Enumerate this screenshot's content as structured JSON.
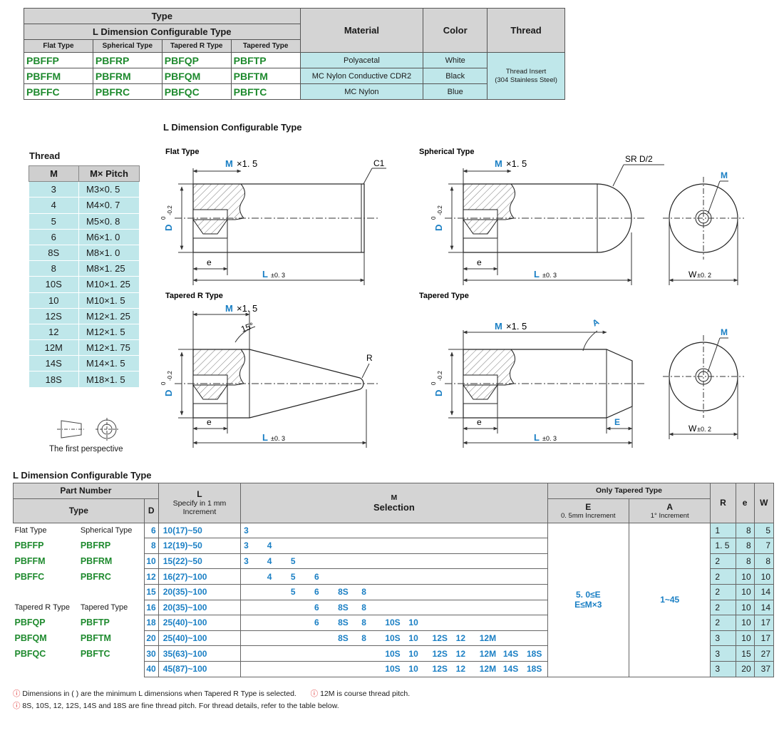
{
  "top_table": {
    "type_header": "Type",
    "l_dim_header": "L Dimension Configurable Type",
    "material_header": "Material",
    "color_header": "Color",
    "thread_header": "Thread",
    "sub_headers": [
      "Flat Type",
      "Spherical Type",
      "Tapered R Type",
      "Tapered Type"
    ],
    "rows": [
      {
        "parts": [
          "PBFFP",
          "PBFRP",
          "PBFQP",
          "PBFTP"
        ],
        "material": "Polyacetal",
        "color": "White"
      },
      {
        "parts": [
          "PBFFM",
          "PBFRM",
          "PBFQM",
          "PBFTM"
        ],
        "material": "MC Nylon Conductive CDR2",
        "color": "Black"
      },
      {
        "parts": [
          "PBFFC",
          "PBFRC",
          "PBFQC",
          "PBFTC"
        ],
        "material": "MC Nylon",
        "color": "Blue"
      }
    ],
    "thread_value_1": "Thread Insert",
    "thread_value_2": "(304 Stainless Steel)"
  },
  "drawing": {
    "section_title": "L Dimension Configurable Type",
    "flat_title": "Flat Type",
    "spherical_title": "Spherical Type",
    "tapered_r_title": "Tapered R Type",
    "tapered_title": "Tapered Type",
    "m_label": "M",
    "pitch_label": "×1. 5",
    "c1_label": "C1",
    "sr_label": "SR D/2",
    "d_label": "D",
    "d_tol_upper": "0",
    "d_tol_lower": "-0.2",
    "e_label": "e",
    "l_label": "L",
    "l_tol": "±0. 3",
    "w_label": "W",
    "w_tol": "±0. 2",
    "angle_15": "15°",
    "r_label": "R",
    "a_label": "A",
    "e_cap_label": "E",
    "first_perspective": "The first perspective"
  },
  "thread_table": {
    "title": "Thread",
    "col_m": "M",
    "col_pitch": "M× Pitch",
    "rows": [
      [
        "3",
        "M3×0. 5"
      ],
      [
        "4",
        "M4×0. 7"
      ],
      [
        "5",
        "M5×0. 8"
      ],
      [
        "6",
        "M6×1. 0"
      ],
      [
        "8S",
        "M8×1. 0"
      ],
      [
        "8",
        "M8×1. 25"
      ],
      [
        "10S",
        "M10×1. 25"
      ],
      [
        "10",
        "M10×1. 5"
      ],
      [
        "12S",
        "M12×1. 25"
      ],
      [
        "12",
        "M12×1. 5"
      ],
      [
        "12M",
        "M12×1. 75"
      ],
      [
        "14S",
        "M14×1. 5"
      ],
      [
        "18S",
        "M18×1. 5"
      ]
    ]
  },
  "bottom_table": {
    "title": "L Dimension Configurable Type",
    "part_number_header": "Part Number",
    "type_header": "Type",
    "d_header": "D",
    "l_header": "L",
    "l_sub": "Specify in 1 mm Increment",
    "m_header": "M",
    "m_sub": "Selection",
    "only_tapered": "Only Tapered Type",
    "e_header": "E",
    "e_sub": "0. 5mm Increment",
    "a_header": "A",
    "a_sub": "1°  Increment",
    "r_header": "R",
    "e2_header": "e",
    "w_header": "W",
    "group1_label_a": "Flat Type",
    "group1_label_b": "Spherical Type",
    "group1_parts": [
      [
        "PBFFP",
        "PBFRP"
      ],
      [
        "PBFFM",
        "PBFRM"
      ],
      [
        "PBFFC",
        "PBFRC"
      ]
    ],
    "group2_label_a": "Tapered R Type",
    "group2_label_b": "Tapered Type",
    "group2_parts": [
      [
        "PBFQP",
        "PBFTP"
      ],
      [
        "PBFQM",
        "PBFTM"
      ],
      [
        "PBFQC",
        "PBFTC"
      ]
    ],
    "e_value_1": "5. 0≤E",
    "e_value_2": "E≤M×3",
    "a_value": "1~45",
    "rows": [
      {
        "d": "6",
        "l": "10(17)~50",
        "m": [
          "3",
          "",
          "",
          "",
          "",
          "",
          "",
          "",
          "",
          "",
          "",
          "",
          ""
        ],
        "r": "1",
        "e": "8",
        "w": "5"
      },
      {
        "d": "8",
        "l": "12(19)~50",
        "m": [
          "3",
          "4",
          "",
          "",
          "",
          "",
          "",
          "",
          "",
          "",
          "",
          "",
          ""
        ],
        "r": "1. 5",
        "e": "8",
        "w": "7"
      },
      {
        "d": "10",
        "l": "15(22)~50",
        "m": [
          "3",
          "4",
          "5",
          "",
          "",
          "",
          "",
          "",
          "",
          "",
          "",
          "",
          ""
        ],
        "r": "2",
        "e": "8",
        "w": "8"
      },
      {
        "d": "12",
        "l": "16(27)~100",
        "m": [
          "",
          "4",
          "5",
          "6",
          "",
          "",
          "",
          "",
          "",
          "",
          "",
          "",
          ""
        ],
        "r": "2",
        "e": "10",
        "w": "10"
      },
      {
        "d": "15",
        "l": "20(35)~100",
        "m": [
          "",
          "",
          "5",
          "6",
          "8S",
          "8",
          "",
          "",
          "",
          "",
          "",
          "",
          ""
        ],
        "r": "2",
        "e": "10",
        "w": "14"
      },
      {
        "d": "16",
        "l": "20(35)~100",
        "m": [
          "",
          "",
          "",
          "6",
          "8S",
          "8",
          "",
          "",
          "",
          "",
          "",
          "",
          ""
        ],
        "r": "2",
        "e": "10",
        "w": "14"
      },
      {
        "d": "18",
        "l": "25(40)~100",
        "m": [
          "",
          "",
          "",
          "6",
          "8S",
          "8",
          "10S",
          "10",
          "",
          "",
          "",
          "",
          ""
        ],
        "r": "2",
        "e": "10",
        "w": "17"
      },
      {
        "d": "20",
        "l": "25(40)~100",
        "m": [
          "",
          "",
          "",
          "",
          "8S",
          "8",
          "10S",
          "10",
          "12S",
          "12",
          "12M",
          "",
          ""
        ],
        "r": "3",
        "e": "10",
        "w": "17"
      },
      {
        "d": "30",
        "l": "35(63)~100",
        "m": [
          "",
          "",
          "",
          "",
          "",
          "",
          "10S",
          "10",
          "12S",
          "12",
          "12M",
          "14S",
          "18S"
        ],
        "r": "3",
        "e": "15",
        "w": "27"
      },
      {
        "d": "40",
        "l": "45(87)~100",
        "m": [
          "",
          "",
          "",
          "",
          "",
          "",
          "10S",
          "10",
          "12S",
          "12",
          "12M",
          "14S",
          "18S"
        ],
        "r": "3",
        "e": "20",
        "w": "37"
      }
    ]
  },
  "notes": {
    "mark": "!",
    "note1": "Dimensions in ( ) are the minimum L dimensions when Tapered R Type is selected.",
    "note2": "12M is course thread pitch.",
    "note3": "8S, 10S, 12, 12S, 14S and 18S are fine thread pitch. For thread details, refer to the table below."
  },
  "colors": {
    "accent_blue": "#1a7fc4",
    "part_green": "#1e8a2e",
    "cell_cyan": "#bfe7ea",
    "header_gray": "#d4d4d4"
  }
}
